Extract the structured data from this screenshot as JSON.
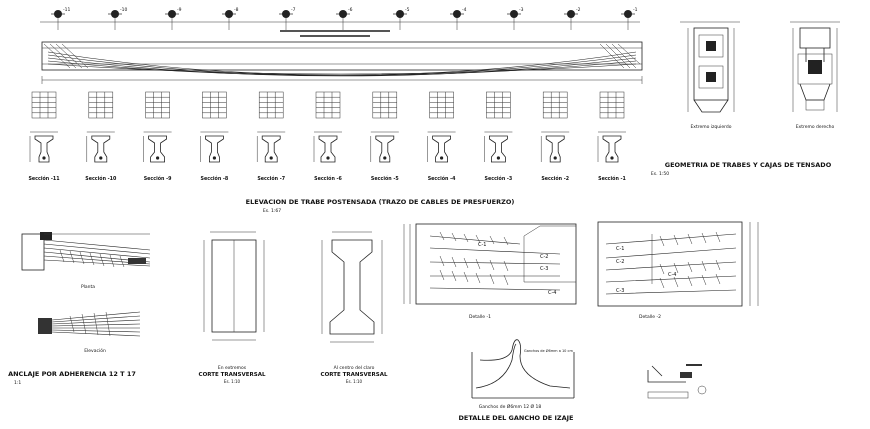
{
  "main_elevation": {
    "title": "ELEVACION DE TRABE POSTENSADA (TRAZO DE CABLES DE PRESFUERZO)",
    "scale": "Es. 1:67",
    "axis_marks": [
      "-11",
      "-10",
      "-9",
      "-8",
      "-7",
      "-6",
      "-5",
      "-4",
      "-3",
      "-2",
      "-1"
    ]
  },
  "sections": [
    {
      "label": "Sección -11"
    },
    {
      "label": "Sección -10"
    },
    {
      "label": "Sección -9"
    },
    {
      "label": "Sección -8"
    },
    {
      "label": "Sección -7"
    },
    {
      "label": "Sección -6"
    },
    {
      "label": "Sección -5"
    },
    {
      "label": "Sección -4"
    },
    {
      "label": "Sección -3"
    },
    {
      "label": "Sección -2"
    },
    {
      "label": "Sección -1"
    }
  ],
  "geometry_block": {
    "title": "GEOMETRIA DE TRABES Y CAJAS DE TENSADO",
    "scale": "Es. 1:50",
    "left_caption": "Extremo izquierdo",
    "right_caption": "Extremo derecho"
  },
  "anchorage": {
    "title": "ANCLAJE POR ADHERENCIA 12 T 17",
    "scale": "1:1",
    "plan_label": "Planta",
    "elev_label": "Elevación"
  },
  "cross_section_end": {
    "caption1": "En extremos",
    "caption2": "CORTE TRANSVERSAL",
    "scale": "Es. 1:10"
  },
  "cross_section_center": {
    "caption1": "Al centro del claro",
    "caption2": "CORTE TRANSVERSAL",
    "scale": "Es. 1:10"
  },
  "details": {
    "d1_label": "Detalle -1",
    "d2_label": "Detalle -2",
    "cables": [
      "C-1",
      "C-2",
      "C-3",
      "C-4"
    ]
  },
  "hook": {
    "title": "DETALLE DEL GANCHO DE IZAJE",
    "note": "Ganchos de Ø6mm a 10 cm",
    "sub": "Ganchos de Ø6mm 12 Ø 18"
  }
}
